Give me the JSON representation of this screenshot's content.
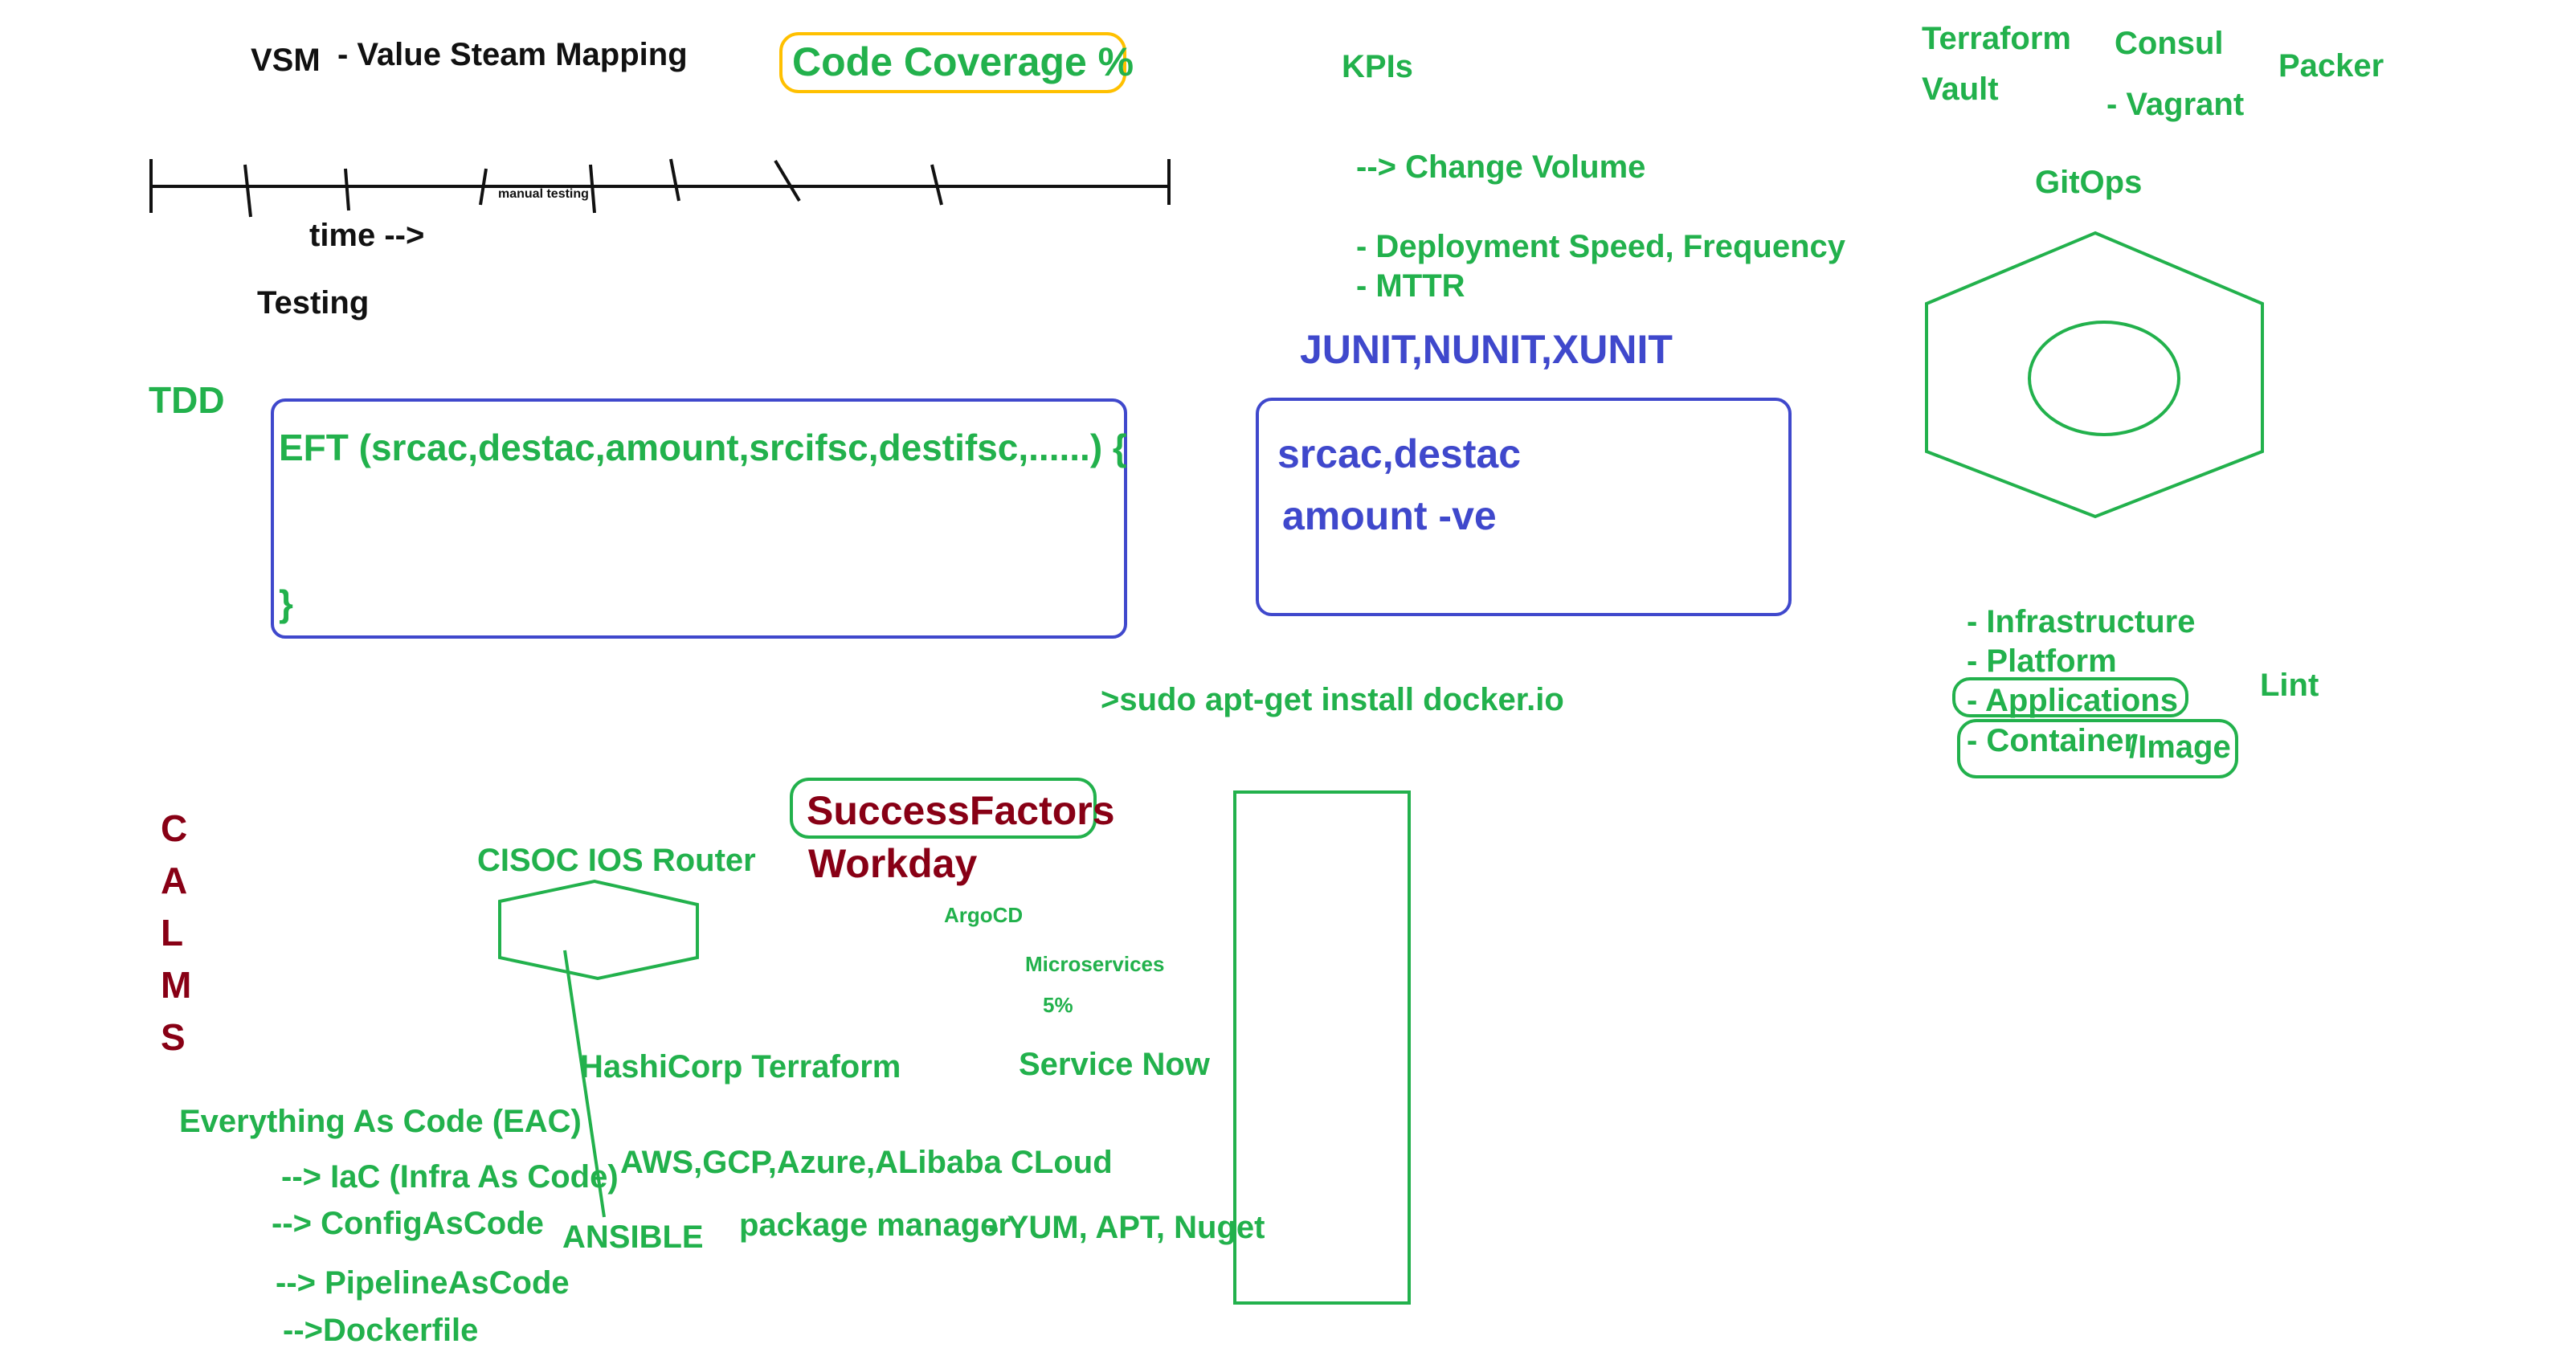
{
  "header": {
    "vsm": "VSM",
    "vsm_desc": "- Value Steam Mapping",
    "code_coverage": "Code Coverage %",
    "kpis": "KPIs"
  },
  "timeline": {
    "manual_testing": "manual testing",
    "time_label": "time -->",
    "testing_label": "Testing"
  },
  "kpi_list": {
    "change_volume": "--> Change Volume",
    "deploy_speed": "- Deployment Speed, Frequency",
    "mttr": "- MTTR"
  },
  "tools_top": {
    "terraform": "Terraform",
    "consul": "Consul",
    "packer": "Packer",
    "vault": "Vault",
    "vagrant": "- Vagrant",
    "gitops": "GitOps"
  },
  "tdd": {
    "label": "TDD",
    "eft_signature": "EFT (srcac,destac,amount,srcifsc,destifsc,......) {",
    "close_brace": "}"
  },
  "unit": {
    "frameworks": "JUNIT,NUNIT,XUNIT",
    "case1": "srcac,destac",
    "case2": "amount -ve"
  },
  "layers": {
    "infrastructure": "- Infrastructure",
    "platform": "- Platform",
    "applications": "- Applications",
    "container": "- Container",
    "image": "/Image",
    "lint": "Lint"
  },
  "docker_cmd": ">sudo apt-get install docker.io",
  "calms": [
    "C",
    "A",
    "L",
    "M",
    "S"
  ],
  "misc": {
    "cisco_router": "CISOC IOS Router",
    "successfactors": "SuccessFactors",
    "workday": "Workday",
    "argocd": "ArgoCD",
    "microservices": "Microservices",
    "five_pct": "5%",
    "service_now": "Service Now",
    "hashicorp_terraform": "HashiCorp Terraform",
    "clouds": "AWS,GCP,Azure,ALibaba CLoud",
    "package_manager": "package manager",
    "pkg_list": "- YUM, APT, Nuget",
    "ansible": "ANSIBLE"
  },
  "eac": {
    "title": "Everything As Code (EAC)",
    "iac": "--> IaC (Infra As Code)",
    "config": "--> ConfigAsCode",
    "pipeline": "--> PipelineAsCode",
    "dockerfile": "-->Dockerfile"
  },
  "colors": {
    "green": "#22b14c",
    "blue": "#3f48cc",
    "maroon": "#880015",
    "yellow": "#ffc000",
    "black": "#111111"
  }
}
